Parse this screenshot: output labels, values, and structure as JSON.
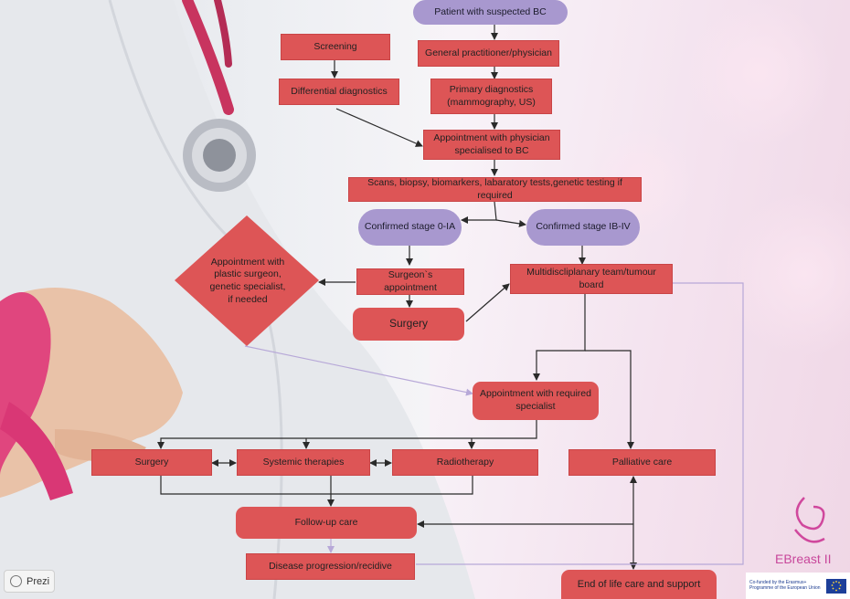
{
  "flow": {
    "patient": "Patient with suspected BC",
    "gp": "General practitioner/physician",
    "screening": "Screening",
    "differential": "Differential diagnostics",
    "primary": "Primary diagnostics (mammography, US)",
    "appointment_bc": "Appointment with physician specialised to BC",
    "scans": "Scans, biopsy, biomarkers, labaratory tests,genetic testing if required",
    "stage_0": "Confirmed stage 0-IA",
    "stage_ib": "Confirmed stage IB-IV",
    "diamond": "Appointment with plastic surgeon, genetic specialist, if needed",
    "surgeon_appointment": "Surgeon`s appointment",
    "mdt": "Multidiscliplanary team/tumour board",
    "surgery_top": "Surgery",
    "required_specialist": "Appointment with required specialist",
    "surgery": "Surgery",
    "systemic": "Systemic therapies",
    "radiotherapy": "Radiotherapy",
    "palliative": "Palliative care",
    "follow_up": "Follow-up care",
    "progression": "Disease progression/recidive",
    "end_of_life": "End of life care and support"
  },
  "branding": {
    "prezi_label": "Prezi",
    "logo_name": "EBreast II",
    "eu_text": "Co-funded by the Erasmus+ Programme of the European Union"
  },
  "colors": {
    "box_red": "#dd5556",
    "pill_purple": "#a898cf",
    "connector_purple": "#b7a8d8",
    "brand_pink": "#c8479b"
  }
}
